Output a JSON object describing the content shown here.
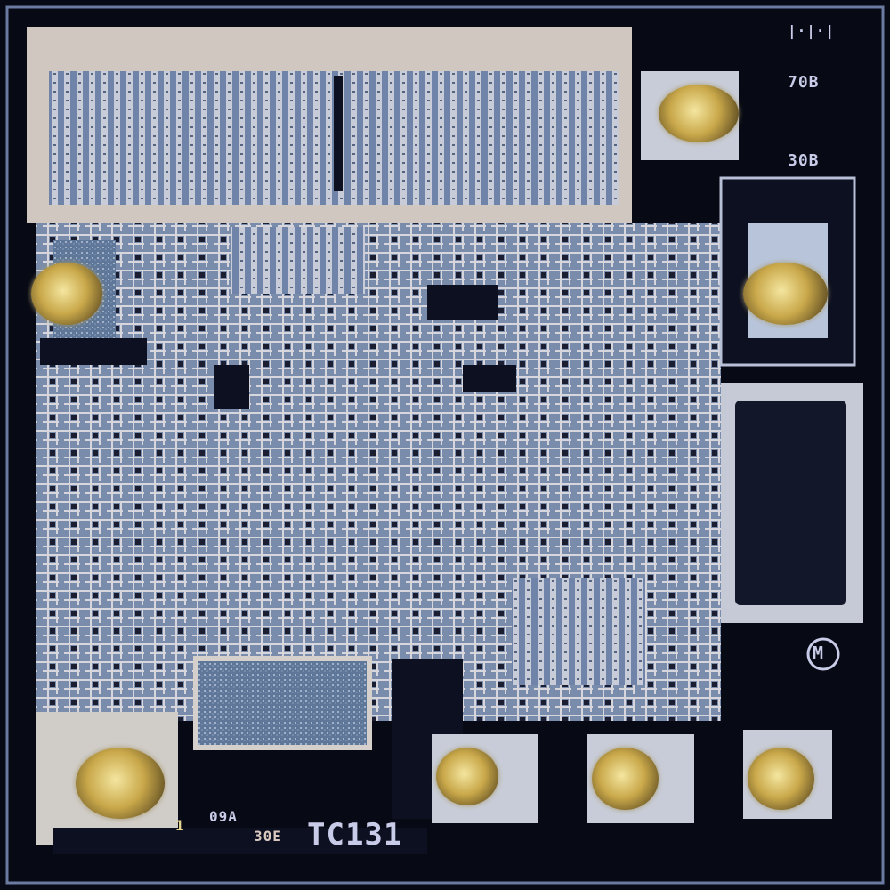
{
  "chip": {
    "part_number": "TC131",
    "mask_code_top": "09A",
    "mask_code_bottom": "30E",
    "pin_marker": "1",
    "rev_marks": "|·|·|",
    "label_70b": "70B",
    "label_30b": "30B",
    "logo_letter": "M"
  },
  "colors": {
    "background": "#070914",
    "metal": "#a9b4cc",
    "substrate": "#5e7396",
    "pad_gold": "#c9a84a"
  }
}
